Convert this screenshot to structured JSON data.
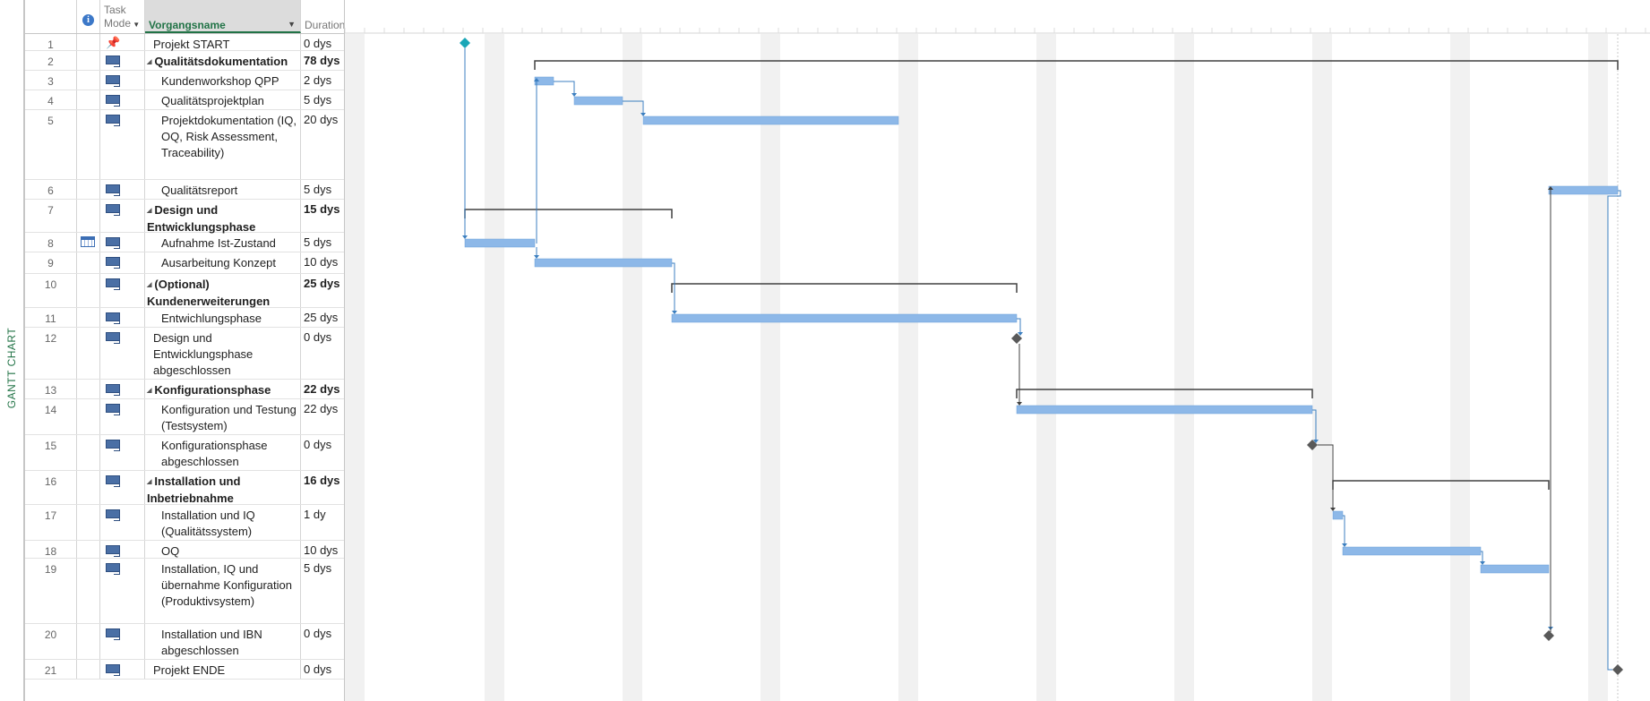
{
  "view": {
    "label": "GANTT CHART"
  },
  "columns": {
    "info_icon": "info-icon",
    "task_mode": "Task Mode",
    "name": "Vorgangsname",
    "duration": "Duration"
  },
  "tasks": [
    {
      "id": "1",
      "name": "Projekt START",
      "duration": "0 dys",
      "mode": "manual",
      "summary": false,
      "indent": 0
    },
    {
      "id": "2",
      "name": "Qualitätsdokumentation",
      "duration": "78 dys",
      "mode": "auto",
      "summary": true,
      "indent": 0
    },
    {
      "id": "3",
      "name": "Kundenworkshop QPP",
      "duration": "2 dys",
      "mode": "auto",
      "summary": false,
      "indent": 1
    },
    {
      "id": "4",
      "name": "Qualitätsprojektplan",
      "duration": "5 dys",
      "mode": "auto",
      "summary": false,
      "indent": 1
    },
    {
      "id": "5",
      "name": "Projektdokumentation (IQ, OQ, Risk Assessment, Traceability)",
      "duration": "20 dys",
      "mode": "auto",
      "summary": false,
      "indent": 1
    },
    {
      "id": "6",
      "name": "Qualitätsreport",
      "duration": "5 dys",
      "mode": "auto",
      "summary": false,
      "indent": 1
    },
    {
      "id": "7",
      "name": "Design und Entwicklungsphase",
      "duration": "15 dys",
      "mode": "auto",
      "summary": true,
      "indent": 0
    },
    {
      "id": "8",
      "name": "Aufnahme Ist-Zustand",
      "duration": "5 dys",
      "mode": "auto",
      "summary": false,
      "indent": 1,
      "calendar": true
    },
    {
      "id": "9",
      "name": "Ausarbeitung Konzept",
      "duration": "10 dys",
      "mode": "auto",
      "summary": false,
      "indent": 1
    },
    {
      "id": "10",
      "name": "(Optional) Kundenerweiterungen",
      "duration": "25 dys",
      "mode": "auto",
      "summary": true,
      "indent": 0
    },
    {
      "id": "11",
      "name": "Entwichlungsphase",
      "duration": "25 dys",
      "mode": "auto",
      "summary": false,
      "indent": 1
    },
    {
      "id": "12",
      "name": "Design und Entwicklungsphase abgeschlossen",
      "duration": "0 dys",
      "mode": "auto",
      "summary": false,
      "indent": 0
    },
    {
      "id": "13",
      "name": "Konfigurationsphase",
      "duration": "22 dys",
      "mode": "auto",
      "summary": true,
      "indent": 0
    },
    {
      "id": "14",
      "name": "Konfiguration und Testung (Testsystem)",
      "duration": "22 dys",
      "mode": "auto",
      "summary": false,
      "indent": 1
    },
    {
      "id": "15",
      "name": "Konfigurationsphase abgeschlossen",
      "duration": "0 dys",
      "mode": "auto",
      "summary": false,
      "indent": 1
    },
    {
      "id": "16",
      "name": "Installation und Inbetriebnahme",
      "duration": "16 dys",
      "mode": "auto",
      "summary": true,
      "indent": 0
    },
    {
      "id": "17",
      "name": "Installation und IQ (Qualitätssystem)",
      "duration": "1 dy",
      "mode": "auto",
      "summary": false,
      "indent": 1
    },
    {
      "id": "18",
      "name": "OQ",
      "duration": "10 dys",
      "mode": "auto",
      "summary": false,
      "indent": 1
    },
    {
      "id": "19",
      "name": "Installation, IQ und übernahme Konfiguration (Produktivsystem)",
      "duration": "5 dys",
      "mode": "auto",
      "summary": false,
      "indent": 1
    },
    {
      "id": "20",
      "name": "Installation und IBN abgeschlossen",
      "duration": "0 dys",
      "mode": "auto",
      "summary": false,
      "indent": 1
    },
    {
      "id": "21",
      "name": "Projekt ENDE",
      "duration": "0 dys",
      "mode": "auto",
      "summary": false,
      "indent": 0
    }
  ],
  "colors": {
    "bar": "#8db8e8",
    "bar_border": "#6a9fd8",
    "summary_line": "#404040",
    "milestone": "#595959",
    "start_milestone": "#1aa6b7",
    "link": "#3c7fc0",
    "weekend": "#f1f1f1",
    "header_accent": "#217346"
  }
}
